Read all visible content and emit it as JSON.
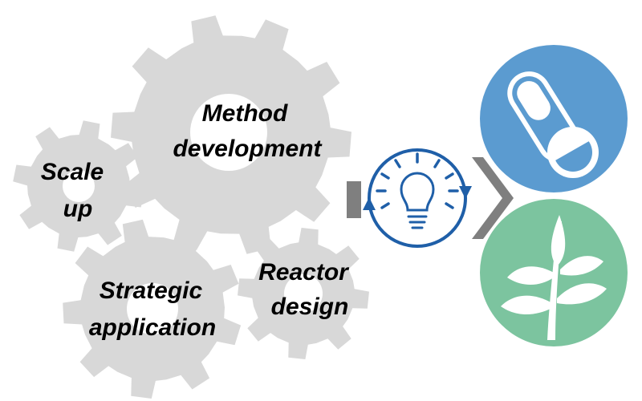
{
  "diagram": {
    "gears": [
      {
        "id": "method-development",
        "lines": [
          "Method",
          "development"
        ]
      },
      {
        "id": "scale-up",
        "lines": [
          "Scale",
          "up"
        ]
      },
      {
        "id": "strategic-application",
        "lines": [
          "Strategic",
          "application"
        ]
      },
      {
        "id": "reactor-design",
        "lines": [
          "Reactor",
          "design"
        ]
      }
    ],
    "center_icon": "lightbulb-cycle-icon",
    "outputs": [
      {
        "id": "pharma",
        "icon": "capsule-pill-icon",
        "color": "#5b9bd0"
      },
      {
        "id": "agro",
        "icon": "plant-leaf-icon",
        "color": "#7cc49f"
      }
    ]
  },
  "colors": {
    "gear": "#d8d8d8",
    "gear_hole": "#ffffff",
    "arrow": "#7f7f7f",
    "cycle": "#1f5fa8",
    "icon_white": "#ffffff"
  }
}
